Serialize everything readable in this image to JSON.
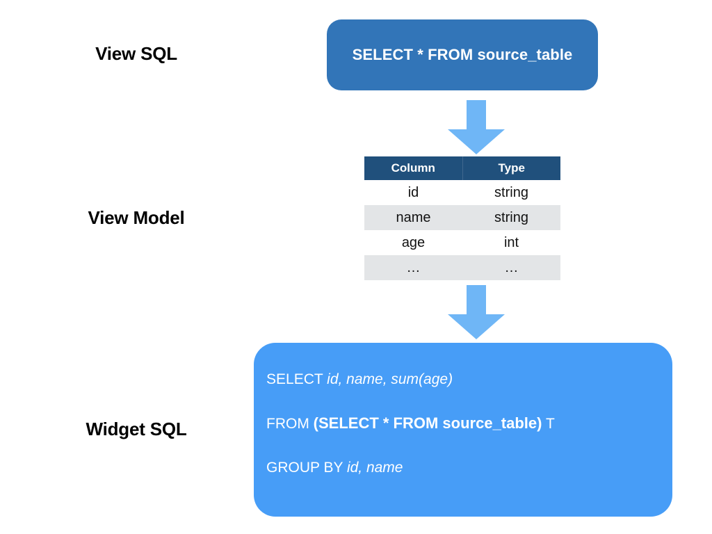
{
  "diagram": {
    "title": "View SQL to View Model to Widget SQL flow",
    "colors": {
      "view_sql_box": "#3275b8",
      "widget_sql_box": "#479df7",
      "table_header": "#20507c",
      "table_band": "#e3e5e7",
      "arrow": "#6fb6f6",
      "label_text": "#000000",
      "box_text": "#ffffff"
    },
    "stages": [
      {
        "label": "View SQL"
      },
      {
        "label": "View Model"
      },
      {
        "label": "Widget SQL"
      }
    ],
    "view_sql": {
      "text": "SELECT * FROM source_table"
    },
    "arrows": [
      {
        "name": "arrow-view-sql-to-view-model",
        "direction": "down"
      },
      {
        "name": "arrow-view-model-to-widget-sql",
        "direction": "down"
      }
    ],
    "view_model": {
      "headers": [
        "Column",
        "Type"
      ],
      "rows": [
        {
          "column": "id",
          "type": "string"
        },
        {
          "column": "name",
          "type": "string"
        },
        {
          "column": "age",
          "type": "int"
        },
        {
          "column": "…",
          "type": "…"
        }
      ]
    },
    "widget_sql": {
      "lines": [
        {
          "parts": [
            {
              "text": "SELECT ",
              "style": "keyword"
            },
            {
              "text": "id, name, sum(age)",
              "style": "identifier"
            }
          ]
        },
        {
          "parts": [
            {
              "text": "FROM ",
              "style": "keyword"
            },
            {
              "text": "(SELECT * FROM source_table)",
              "style": "nested"
            },
            {
              "text": " T",
              "style": "keyword"
            }
          ]
        },
        {
          "parts": [
            {
              "text": "GROUP BY ",
              "style": "keyword"
            },
            {
              "text": "id, name",
              "style": "identifier"
            }
          ]
        }
      ],
      "line1_keyword": "SELECT ",
      "line1_identifiers": "id, name, sum(age)",
      "line2_keyword": "FROM ",
      "line2_nested": "(SELECT * FROM source_table)",
      "line2_alias": " T",
      "line3_keyword": "GROUP BY ",
      "line3_identifiers": "id, name"
    }
  }
}
